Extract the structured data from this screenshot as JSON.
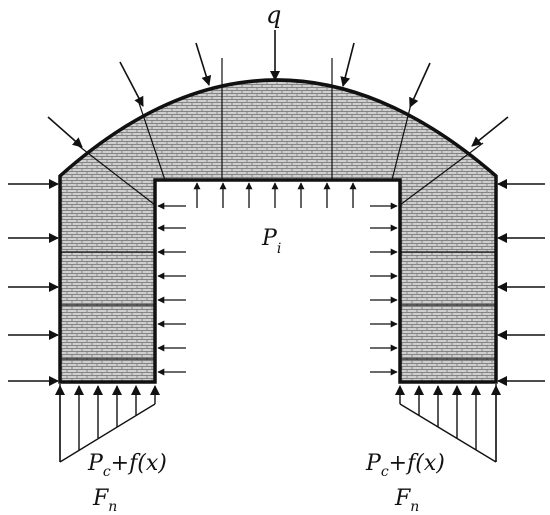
{
  "labels": {
    "top_load": "q",
    "internal_pressure_main": "P",
    "internal_pressure_sub": "i",
    "left_base_main": "P",
    "left_base_sub": "c",
    "left_base_rest": "+f(x)",
    "right_base_main": "P",
    "right_base_sub": "c",
    "right_base_rest": "+f(x)",
    "left_normal_main": "F",
    "left_normal_sub": "n",
    "right_normal_main": "F",
    "right_normal_sub": "n"
  },
  "colors": {
    "line": "#111111",
    "fill": "#c9c9c9",
    "brick": "#6d6d6d"
  }
}
